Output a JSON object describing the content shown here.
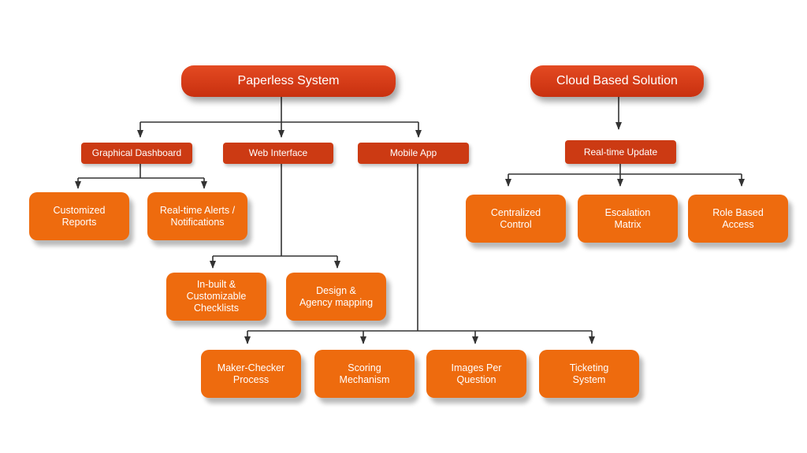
{
  "diagram": {
    "colors": {
      "root_fill": "#d43a18",
      "mid_fill": "#cc3a13",
      "leaf_fill": "#ee6b0e",
      "connector": "#333333",
      "text": "#ffffff"
    },
    "nodes": {
      "paperless_system": "Paperless System",
      "cloud_based_solution": "Cloud Based Solution",
      "graphical_dashboard": "Graphical Dashboard",
      "web_interface": "Web Interface",
      "mobile_app": "Mobile App",
      "realtime_update": "Real-time Update",
      "customized_reports": "Customized\nReports",
      "realtime_alerts": "Real-time Alerts /\nNotifications",
      "centralized_control": "Centralized\nControl",
      "escalation_matrix": "Escalation\nMatrix",
      "role_based_access": "Role Based\nAccess",
      "inbuilt_checklists": "In-built &\nCustomizable\nChecklists",
      "design_agency_mapping": "Design  &\nAgency mapping",
      "maker_checker": "Maker-Checker\nProcess",
      "scoring_mechanism": "Scoring\nMechanism",
      "images_per_question": "Images Per\nQuestion",
      "ticketing_system": "Ticketing\nSystem"
    }
  }
}
